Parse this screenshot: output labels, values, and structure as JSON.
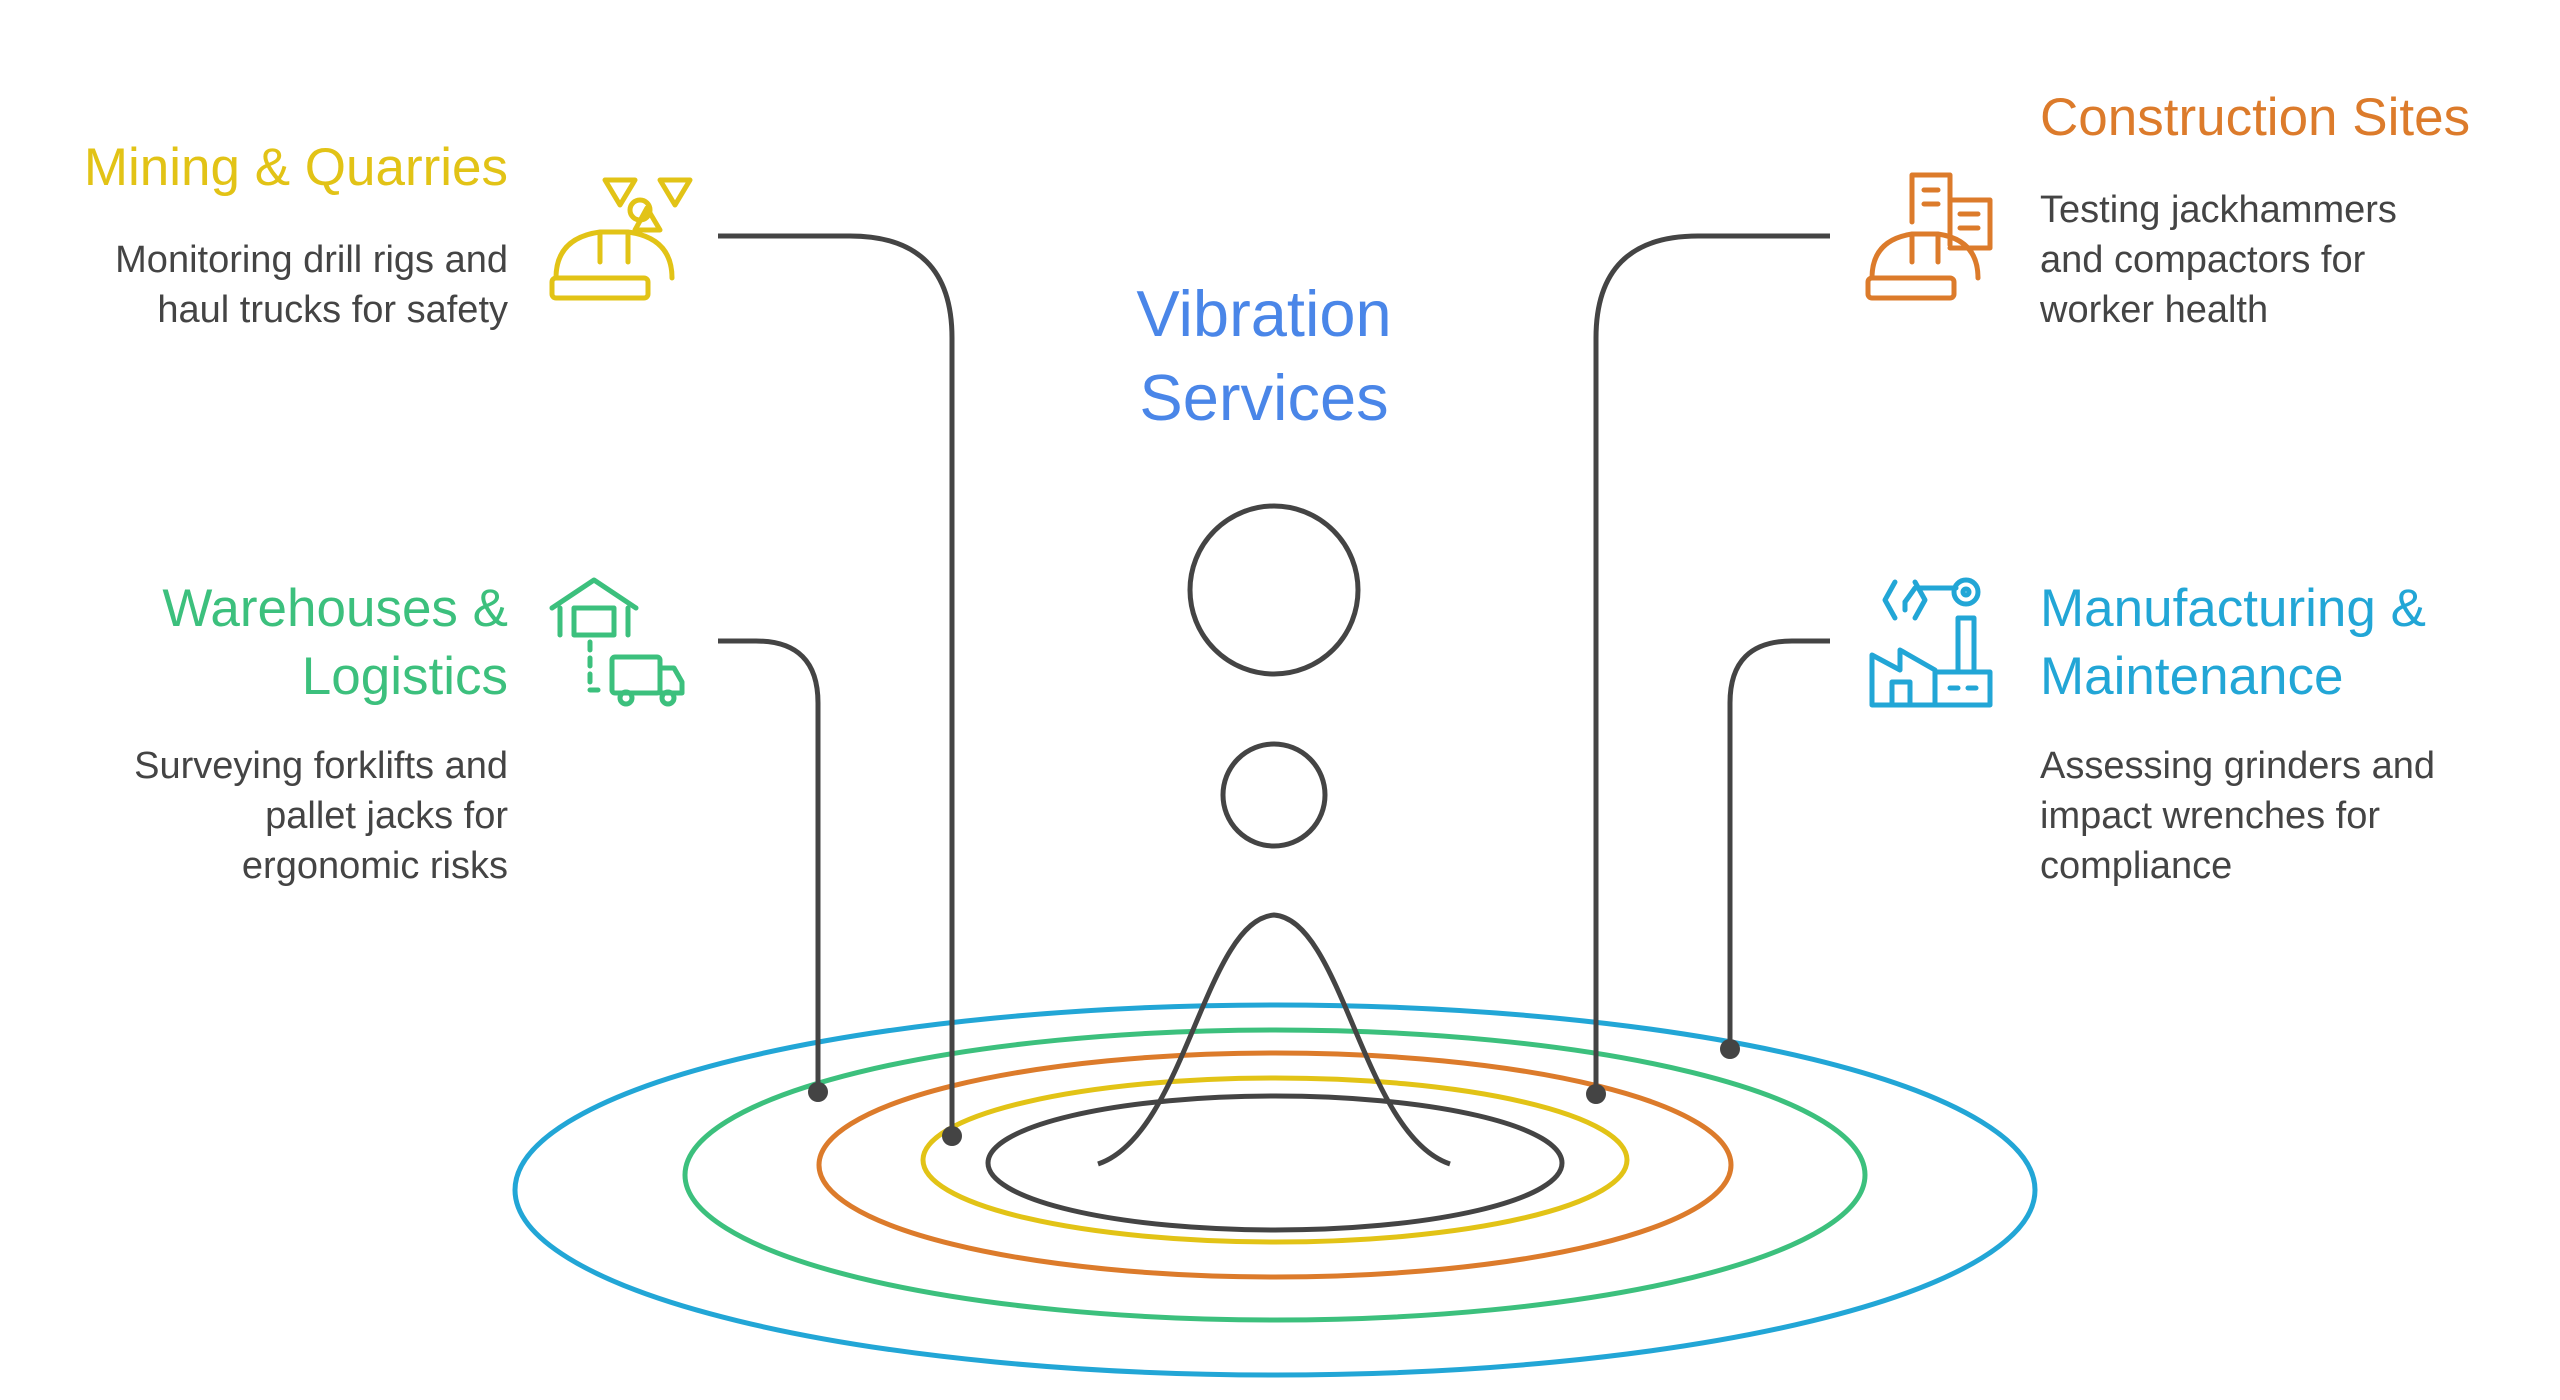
{
  "center": {
    "title_line1": "Vibration",
    "title_line2": "Services"
  },
  "colors": {
    "dark": "#444444",
    "text": "#444444",
    "mining": "#e2c316",
    "construction": "#dc7b2b",
    "warehouses": "#3cc07d",
    "manufacturing": "#22a6d6",
    "title": "#4a86e8"
  },
  "sections": {
    "mining": {
      "title_line1": "Mining & Quarries",
      "desc_line1": "Monitoring drill rigs and",
      "desc_line2": "haul trucks for safety",
      "icon": "hardhat-radiation-icon"
    },
    "construction": {
      "title_line1": "Construction Sites",
      "desc_line1": "Testing jackhammers",
      "desc_line2": "and compactors for",
      "desc_line3": "worker health",
      "icon": "hardhat-building-icon"
    },
    "warehouses": {
      "title_line1": "Warehouses &",
      "title_line2": "Logistics",
      "desc_line1": "Surveying forklifts and",
      "desc_line2": "pallet jacks for",
      "desc_line3": "ergonomic risks",
      "icon": "warehouse-truck-icon"
    },
    "manufacturing": {
      "title_line1": "Manufacturing &",
      "title_line2": "Maintenance",
      "desc_line1": "Assessing grinders and",
      "desc_line2": "impact wrenches for",
      "desc_line3": "compliance",
      "icon": "factory-robot-arm-icon"
    }
  }
}
